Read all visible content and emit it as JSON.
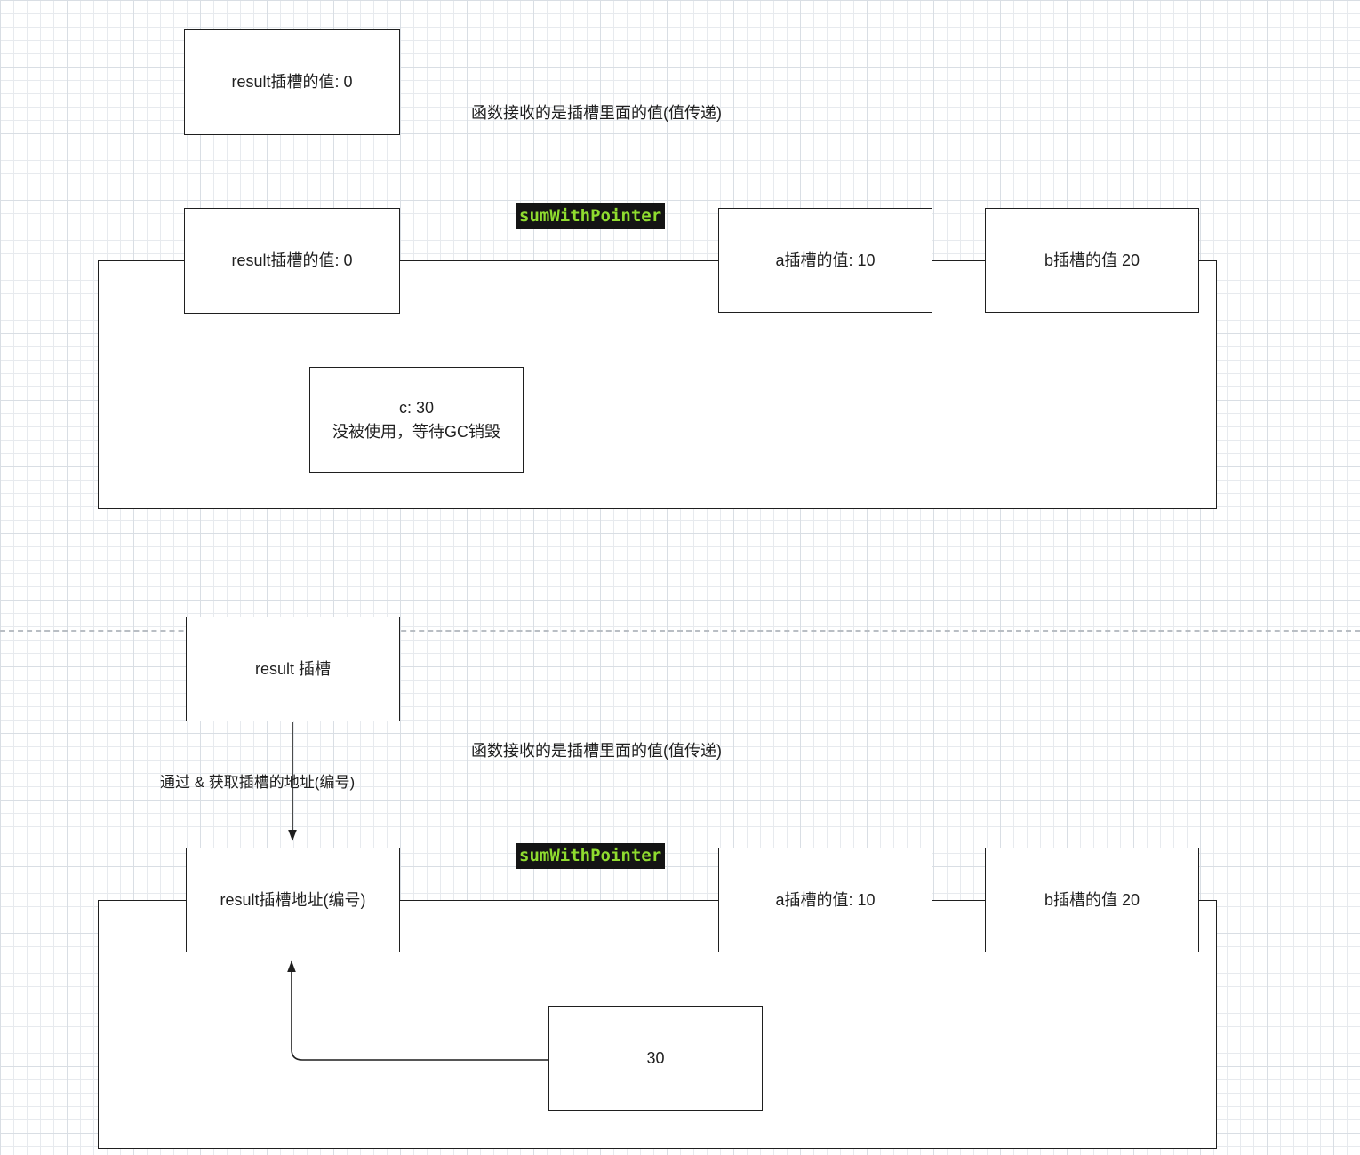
{
  "colors": {
    "border_color": "#1f1f1f",
    "text_color": "#1f1f1f",
    "func_bg": "#141414",
    "func_text": "#8fdc2f"
  },
  "top": {
    "standalone_box": "result插槽的值: 0",
    "caption": "函数接收的是插槽里面的值(值传递)",
    "func_label": "sumWithPointer",
    "boxes": {
      "result": "result插槽的值: 0",
      "a": "a插槽的值: 10",
      "b": "b插槽的值 20"
    },
    "c_box": {
      "line1": "c: 30",
      "line2": "没被使用，等待GC销毁"
    }
  },
  "bottom": {
    "result_box": "result 插槽",
    "caption": "函数接收的是插槽里面的值(值传递)",
    "arrow_label": "通过 & 获取插槽的地址(编号)",
    "func_label": "sumWithPointer",
    "boxes": {
      "result_addr": "result插槽地址(编号)",
      "a": "a插槽的值: 10",
      "b": "b插槽的值 20"
    },
    "value_box": "30"
  }
}
